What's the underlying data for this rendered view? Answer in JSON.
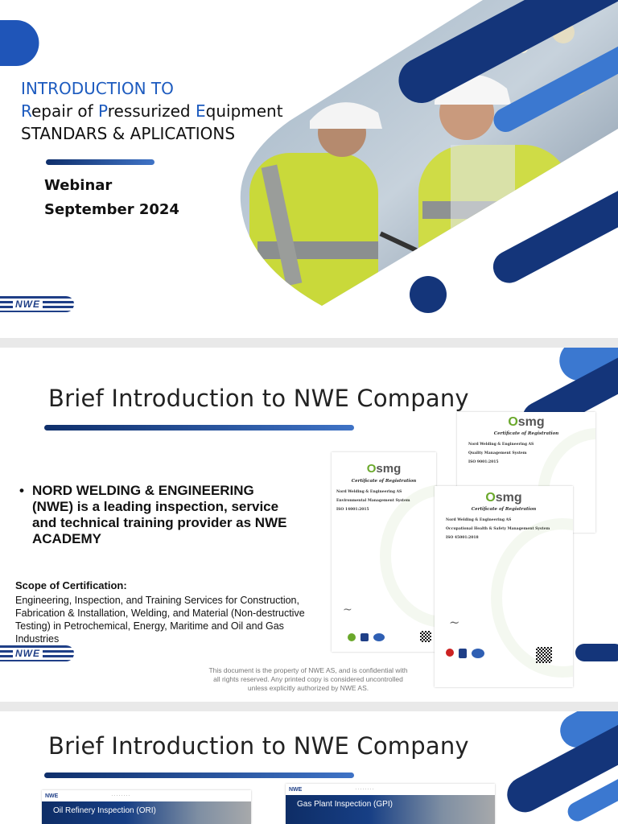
{
  "slide1": {
    "title_line1": "INTRODUCTION TO",
    "title_line2_letters": [
      {
        "t": "R",
        "blue": true
      },
      {
        "t": "epair of ",
        "blue": false
      },
      {
        "t": "P",
        "blue": true
      },
      {
        "t": "ressurized ",
        "blue": false
      },
      {
        "t": "E",
        "blue": true
      },
      {
        "t": "quipment",
        "blue": false
      }
    ],
    "title_line3": "STANDARS & APLICATIONS",
    "event_type": "Webinar",
    "event_date": "September 2024",
    "logo_text": "NWE",
    "photo_description_icon": "workers-photo"
  },
  "slide2": {
    "heading": "Brief Introduction to NWE Company",
    "bullet": "NORD WELDING & ENGINEERING (NWE) is a leading inspection, service and technical training provider as NWE ACADEMY",
    "scope_title": "Scope of Certification:",
    "scope_body": "Engineering, Inspection, and Training Services for Construction, Fabrication & Installation, Welding, and Material (Non-destructive Testing) in Petrochemical, Energy, Maritime and Oil and Gas Industries",
    "confidential": "This document is the property of NWE AS, and is confidential with all rights reserved. Any printed copy is considered uncontrolled unless explicitly authorized by NWE AS.",
    "logo_text": "NWE",
    "certificates": [
      {
        "brand": "smg",
        "heading": "Certificate of Registration",
        "company": "Nord Welding & Engineering AS",
        "system": "Environmental Management System",
        "standard": "ISO 14001:2015"
      },
      {
        "brand": "smg",
        "heading": "Certificate of Registration",
        "company": "Nord Welding & Engineering AS",
        "system": "Quality Management System",
        "standard": "ISO 9001:2015"
      },
      {
        "brand": "smg",
        "heading": "Certificate of Registration",
        "company": "Nord Welding & Engineering AS",
        "system": "Occupational Health & Safety Management System",
        "standard": "ISO 45001:2018"
      }
    ]
  },
  "slide3": {
    "heading": "Brief Introduction to NWE Company",
    "screenshots": [
      {
        "brand": "NWE",
        "hero": "Oil Refinery Inspection (ORI)"
      },
      {
        "brand": "NWE",
        "hero": "Gas Plant Inspection (GPI)"
      }
    ]
  },
  "colors": {
    "navy": "#0f2f6b",
    "blue": "#1d5bbf",
    "light_blue": "#3f73c6"
  }
}
